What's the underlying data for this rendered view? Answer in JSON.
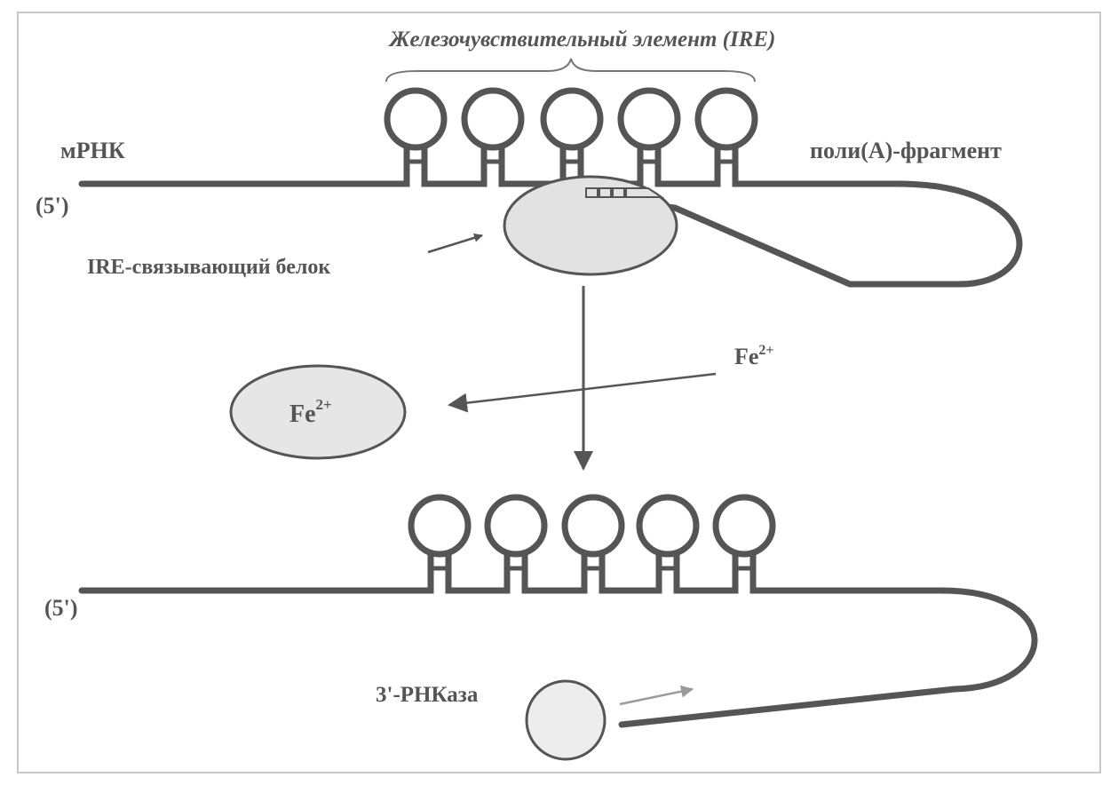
{
  "labels": {
    "ire_title": "Железочувствительный элемент (IRE)",
    "mrna": "мРНК",
    "five_prime_top": "(5')",
    "five_prime_bottom": "(5')",
    "polya": "поли(А)-фрагмент",
    "ire_binding_protein": "IRE-связывающий белок",
    "fe_free_base": "Fe",
    "fe_free_sup": "2+",
    "fe_bound_base": "Fe",
    "fe_bound_sup": "2+",
    "rnase": "3'-РНКаза"
  },
  "colors": {
    "ink": "#555555",
    "frame": "#c8c8c8",
    "protein_fill": "#e2e2e2",
    "fe_fill": "#e6e6e6",
    "rnase_fill": "#ededed",
    "rnase_arrow": "#9a9a9a"
  }
}
